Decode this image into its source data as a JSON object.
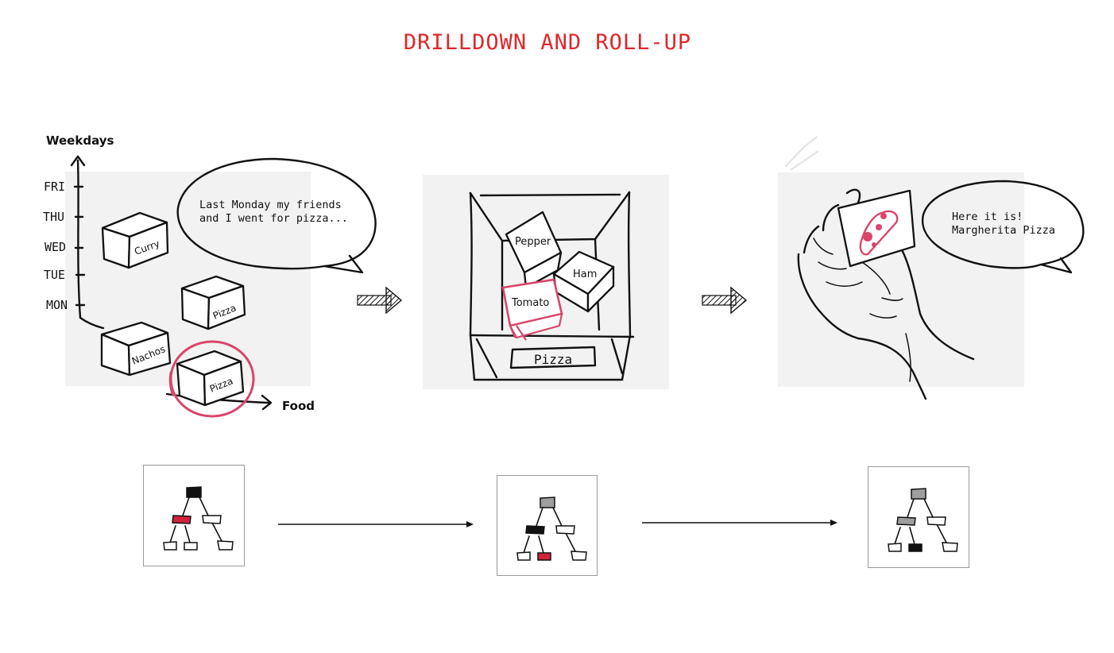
{
  "title": "DRILLDOWN AND ROLL-UP",
  "colors": {
    "accent": "#e0262a",
    "highlight": "#d9456b",
    "panel_bg": "#f2f2f2",
    "node_gray": "#9e9e9e"
  },
  "panel1": {
    "y_axis_label": "Weekdays",
    "x_axis_label": "Food",
    "weekdays": [
      "FRI",
      "THU",
      "WED",
      "TUE",
      "MON"
    ],
    "cubes": [
      "Curry",
      "Pizza",
      "Nachos",
      "Pizza"
    ],
    "speech": [
      "Last Monday my friends",
      "and I went for pizza..."
    ]
  },
  "panel2": {
    "boxes": [
      "Pepper",
      "Ham",
      "Tomato"
    ],
    "container_label": "Pizza"
  },
  "panel3": {
    "speech": [
      "Here it is!",
      "Margherita Pizza"
    ]
  },
  "trees": [
    {
      "root": "black",
      "level1": [
        "red",
        "white"
      ],
      "level2": [
        "white",
        "white",
        "white"
      ]
    },
    {
      "root": "gray",
      "level1": [
        "black",
        "white"
      ],
      "level2": [
        "white",
        "red",
        "white"
      ]
    },
    {
      "root": "gray",
      "level1": [
        "gray",
        "white"
      ],
      "level2": [
        "white",
        "black",
        "white"
      ]
    }
  ]
}
